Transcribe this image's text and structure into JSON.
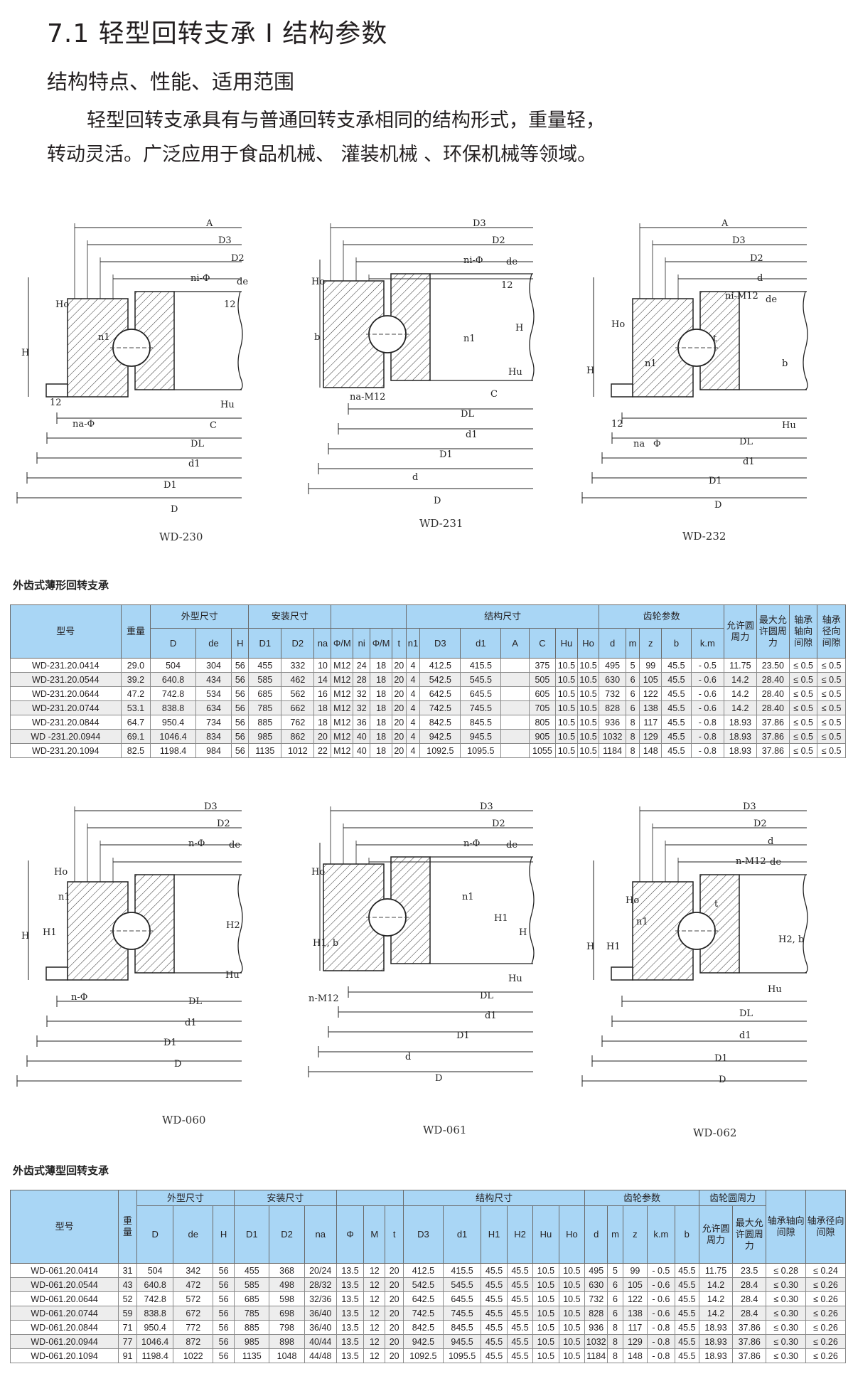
{
  "header": {
    "title": "7.1 轻型回转支承 I 结构参数",
    "subtitle": "结构特点、性能、适用范围",
    "description": "轻型回转支承具有与普通回转支承相同的结构形式，重量轻，转动灵活。广泛应用于食品机械、 灌装机械 、环保机械等领域。"
  },
  "diagrams_top": [
    {
      "caption": "WD-230",
      "labels": [
        "A",
        "D3",
        "D2",
        "ni-Φ",
        "de",
        "Ho",
        "12",
        "n1",
        "H",
        "12",
        "Hu",
        "na-Φ",
        "C",
        "DL",
        "d1",
        "D1",
        "D"
      ]
    },
    {
      "caption": "WD-231",
      "labels": [
        "D3",
        "D2",
        "ni-Φ",
        "de",
        "Ho",
        "12",
        "b",
        "n1",
        "H",
        "Hu",
        "na-M12",
        "C",
        "DL",
        "d1",
        "D1",
        "d",
        "D"
      ]
    },
    {
      "caption": "WD-232",
      "labels": [
        "A",
        "D3",
        "D2",
        "d",
        "ni-M12",
        "de",
        "Ho",
        "t",
        "n1",
        "b",
        "H",
        "12",
        "Hu",
        "na",
        "Φ",
        "DL",
        "d1",
        "D1",
        "D"
      ]
    }
  ],
  "table1": {
    "caption": "外齿式薄形回转支承",
    "group_headers": [
      {
        "label": "型号"
      },
      {
        "label": "重量"
      },
      {
        "label": "外型尺寸"
      },
      {
        "label": "安装尺寸"
      },
      {
        "label": ""
      },
      {
        "label": "结构尺寸"
      },
      {
        "label": "齿轮参数"
      },
      {
        "label": "允许圆周力"
      },
      {
        "label": "最大允许圆周力"
      },
      {
        "label": "轴承轴向间隙"
      },
      {
        "label": "轴承径向间隙"
      }
    ],
    "sub_headers": [
      "D",
      "de",
      "H",
      "D1",
      "D2",
      "na",
      "Φ/M",
      "ni",
      "Φ/M",
      "t",
      "n1",
      "D3",
      "d1",
      "A",
      "C",
      "Hu",
      "Ho",
      "d",
      "m",
      "z",
      "b",
      "k.m"
    ],
    "rows": [
      [
        "WD-231.20.0414",
        "29.0",
        "504",
        "304",
        "56",
        "455",
        "332",
        "10",
        "M12",
        "24",
        "18",
        "20",
        "4",
        "412.5",
        "415.5",
        "",
        "375",
        "10.5",
        "10.5",
        "495",
        "5",
        "99",
        "45.5",
        "- 0.5",
        "11.75",
        "23.50",
        "≤ 0.5",
        "≤ 0.5"
      ],
      [
        "WD-231.20.0544",
        "39.2",
        "640.8",
        "434",
        "56",
        "585",
        "462",
        "14",
        "M12",
        "28",
        "18",
        "20",
        "4",
        "542.5",
        "545.5",
        "",
        "505",
        "10.5",
        "10.5",
        "630",
        "6",
        "105",
        "45.5",
        "- 0.6",
        "14.2",
        "28.40",
        "≤ 0.5",
        "≤ 0.5"
      ],
      [
        "WD-231.20.0644",
        "47.2",
        "742.8",
        "534",
        "56",
        "685",
        "562",
        "16",
        "M12",
        "32",
        "18",
        "20",
        "4",
        "642.5",
        "645.5",
        "",
        "605",
        "10.5",
        "10.5",
        "732",
        "6",
        "122",
        "45.5",
        "- 0.6",
        "14.2",
        "28.40",
        "≤ 0.5",
        "≤ 0.5"
      ],
      [
        "WD-231.20.0744",
        "53.1",
        "838.8",
        "634",
        "56",
        "785",
        "662",
        "18",
        "M12",
        "32",
        "18",
        "20",
        "4",
        "742.5",
        "745.5",
        "",
        "705",
        "10.5",
        "10.5",
        "828",
        "6",
        "138",
        "45.5",
        "- 0.6",
        "14.2",
        "28.40",
        "≤ 0.5",
        "≤ 0.5"
      ],
      [
        "WD-231.20.0844",
        "64.7",
        "950.4",
        "734",
        "56",
        "885",
        "762",
        "18",
        "M12",
        "36",
        "18",
        "20",
        "4",
        "842.5",
        "845.5",
        "",
        "805",
        "10.5",
        "10.5",
        "936",
        "8",
        "117",
        "45.5",
        "- 0.8",
        "18.93",
        "37.86",
        "≤ 0.5",
        "≤ 0.5"
      ],
      [
        "WD -231.20.0944",
        "69.1",
        "1046.4",
        "834",
        "56",
        "985",
        "862",
        "20",
        "M12",
        "40",
        "18",
        "20",
        "4",
        "942.5",
        "945.5",
        "",
        "905",
        "10.5",
        "10.5",
        "1032",
        "8",
        "129",
        "45.5",
        "- 0.8",
        "18.93",
        "37.86",
        "≤ 0.5",
        "≤ 0.5"
      ],
      [
        "WD-231.20.1094",
        "82.5",
        "1198.4",
        "984",
        "56",
        "1135",
        "1012",
        "22",
        "M12",
        "40",
        "18",
        "20",
        "4",
        "1092.5",
        "1095.5",
        "",
        "1055",
        "10.5",
        "10.5",
        "1184",
        "8",
        "148",
        "45.5",
        "- 0.8",
        "18.93",
        "37.86",
        "≤ 0.5",
        "≤ 0.5"
      ]
    ]
  },
  "diagrams_bottom": [
    {
      "caption": "WD-060",
      "labels": [
        "D3",
        "D2",
        "n-Φ",
        "de",
        "Ho",
        "n1",
        "H",
        "H1",
        "H2",
        "Hu",
        "n-Φ",
        "DL",
        "d1",
        "D1",
        "D"
      ]
    },
    {
      "caption": "WD-061",
      "labels": [
        "D3",
        "D2",
        "n-Φ",
        "de",
        "Ho",
        "n1",
        "H1, b",
        "H1",
        "H",
        "Hu",
        "n-M12",
        "DL",
        "d1",
        "D1",
        "d",
        "D"
      ]
    },
    {
      "caption": "WD-062",
      "labels": [
        "D3",
        "D2",
        "d",
        "n-M12",
        "de",
        "Ho",
        "t",
        "n1",
        "H",
        "H1",
        "H2, b",
        "Hu",
        "DL",
        "d1",
        "D1",
        "D"
      ]
    }
  ],
  "table2": {
    "caption": "外齿式薄型回转支承",
    "group_headers": [
      {
        "label": "型号"
      },
      {
        "label": "重量"
      },
      {
        "label": "外型尺寸"
      },
      {
        "label": "安装尺寸"
      },
      {
        "label": ""
      },
      {
        "label": "结构尺寸"
      },
      {
        "label": "齿轮参数"
      },
      {
        "label": "齿轮圆周力"
      },
      {
        "label": "轴承轴向间隙"
      },
      {
        "label": "轴承径向间隙"
      }
    ],
    "sub_headers": [
      "D",
      "de",
      "H",
      "D1",
      "D2",
      "na",
      "Φ",
      "M",
      "t",
      "D3",
      "d1",
      "H1",
      "H2",
      "Hu",
      "Ho",
      "d",
      "m",
      "z",
      "k.m",
      "b",
      "允许圆周力",
      "最大允许圆周力"
    ],
    "rows": [
      [
        "WD-061.20.0414",
        "31",
        "504",
        "342",
        "56",
        "455",
        "368",
        "20/24",
        "13.5",
        "12",
        "20",
        "412.5",
        "415.5",
        "45.5",
        "45.5",
        "10.5",
        "10.5",
        "495",
        "5",
        "99",
        "- 0.5",
        "45.5",
        "11.75",
        "23.5",
        "≤ 0.28",
        "≤ 0.24"
      ],
      [
        "WD-061.20.0544",
        "43",
        "640.8",
        "472",
        "56",
        "585",
        "498",
        "28/32",
        "13.5",
        "12",
        "20",
        "542.5",
        "545.5",
        "45.5",
        "45.5",
        "10.5",
        "10.5",
        "630",
        "6",
        "105",
        "- 0.6",
        "45.5",
        "14.2",
        "28.4",
        "≤ 0.30",
        "≤ 0.26"
      ],
      [
        "WD-061.20.0644",
        "52",
        "742.8",
        "572",
        "56",
        "685",
        "598",
        "32/36",
        "13.5",
        "12",
        "20",
        "642.5",
        "645.5",
        "45.5",
        "45.5",
        "10.5",
        "10.5",
        "732",
        "6",
        "122",
        "- 0.6",
        "45.5",
        "14.2",
        "28.4",
        "≤ 0.30",
        "≤ 0.26"
      ],
      [
        "WD-061.20.0744",
        "59",
        "838.8",
        "672",
        "56",
        "785",
        "698",
        "36/40",
        "13.5",
        "12",
        "20",
        "742.5",
        "745.5",
        "45.5",
        "45.5",
        "10.5",
        "10.5",
        "828",
        "6",
        "138",
        "- 0.6",
        "45.5",
        "14.2",
        "28.4",
        "≤ 0.30",
        "≤ 0.26"
      ],
      [
        "WD-061.20.0844",
        "71",
        "950.4",
        "772",
        "56",
        "885",
        "798",
        "36/40",
        "13.5",
        "12",
        "20",
        "842.5",
        "845.5",
        "45.5",
        "45.5",
        "10.5",
        "10.5",
        "936",
        "8",
        "117",
        "- 0.8",
        "45.5",
        "18.93",
        "37.86",
        "≤ 0.30",
        "≤ 0.26"
      ],
      [
        "WD-061.20.0944",
        "77",
        "1046.4",
        "872",
        "56",
        "985",
        "898",
        "40/44",
        "13.5",
        "12",
        "20",
        "942.5",
        "945.5",
        "45.5",
        "45.5",
        "10.5",
        "10.5",
        "1032",
        "8",
        "129",
        "- 0.8",
        "45.5",
        "18.93",
        "37.86",
        "≤ 0.30",
        "≤ 0.26"
      ],
      [
        "WD-061.20.1094",
        "91",
        "1198.4",
        "1022",
        "56",
        "1135",
        "1048",
        "44/48",
        "13.5",
        "12",
        "20",
        "1092.5",
        "1095.5",
        "45.5",
        "45.5",
        "10.5",
        "10.5",
        "1184",
        "8",
        "148",
        "- 0.8",
        "45.5",
        "18.93",
        "37.86",
        "≤ 0.30",
        "≤ 0.26"
      ]
    ]
  }
}
